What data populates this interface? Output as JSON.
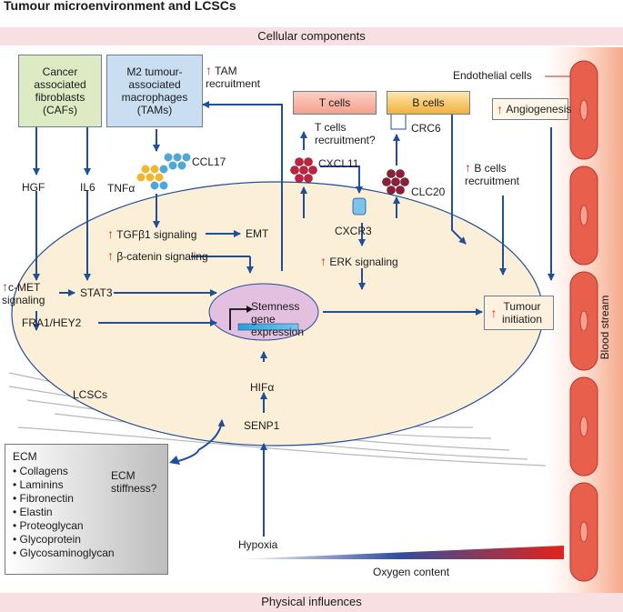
{
  "title": "Tumour microenvironment and LCSCs",
  "bands": {
    "top": "Cellular components",
    "bottom": "Physical influences"
  },
  "cells": {
    "cafs": "Cancer associated fibroblasts (CAFs)",
    "tams": "M2 tumour-associated macrophages (TAMs)",
    "tcells": "T cells",
    "bcells": "B cells",
    "endothelial": "Endothelial cells"
  },
  "labels": {
    "tam_recruitment": "TAM recruitment",
    "ccl17": "CCL17",
    "tnfa": "TNFα",
    "hgf": "HGF",
    "il6": "IL6",
    "t_recruitment": "T cells recruitment?",
    "cxcl11": "CXCL11",
    "crc6": "CRC6",
    "clc20": "CLC20",
    "cxcr3": "CXCR3",
    "b_recruitment": "B cells recruitment",
    "angiogenesis": "Angiogenesis",
    "tgfb1": "TGFβ1 signaling",
    "bcatenin": "β-catenin signaling",
    "emt": "EMT",
    "erk": "ERK signaling",
    "cmet": "c-MET signaling",
    "stat3": "STAT3",
    "fra1": "FRA1/HEY2",
    "stemness": "Stemness gene expression",
    "tumour_init": "Tumour initiation",
    "lcscs": "LCSCs",
    "hifa": "HIFα",
    "senp1": "SENP1",
    "ecm_stiff": "ECM stiffness?",
    "hypoxia": "Hypoxia",
    "oxygen": "Oxygen content",
    "blood_stream": "Blood stream"
  },
  "ecm": {
    "title": "ECM",
    "items": [
      "Collagens",
      "Laminins",
      "Fibronectin",
      "Elastin",
      "Proteoglycan",
      "Glycoprotein",
      "Glycosaminoglycan"
    ]
  },
  "colors": {
    "arrow": "#1f4e9c",
    "up": "#e2231a",
    "band": "#f8dfe2",
    "cell": "#fcefd8",
    "nucleus": "#e3bfe0",
    "caf_fill": "#dcebc4",
    "tam_fill": "#c9def0",
    "t_fill": "#f6b6a6",
    "b_fill": "#f7c46a",
    "vessel": "#e8604c"
  }
}
